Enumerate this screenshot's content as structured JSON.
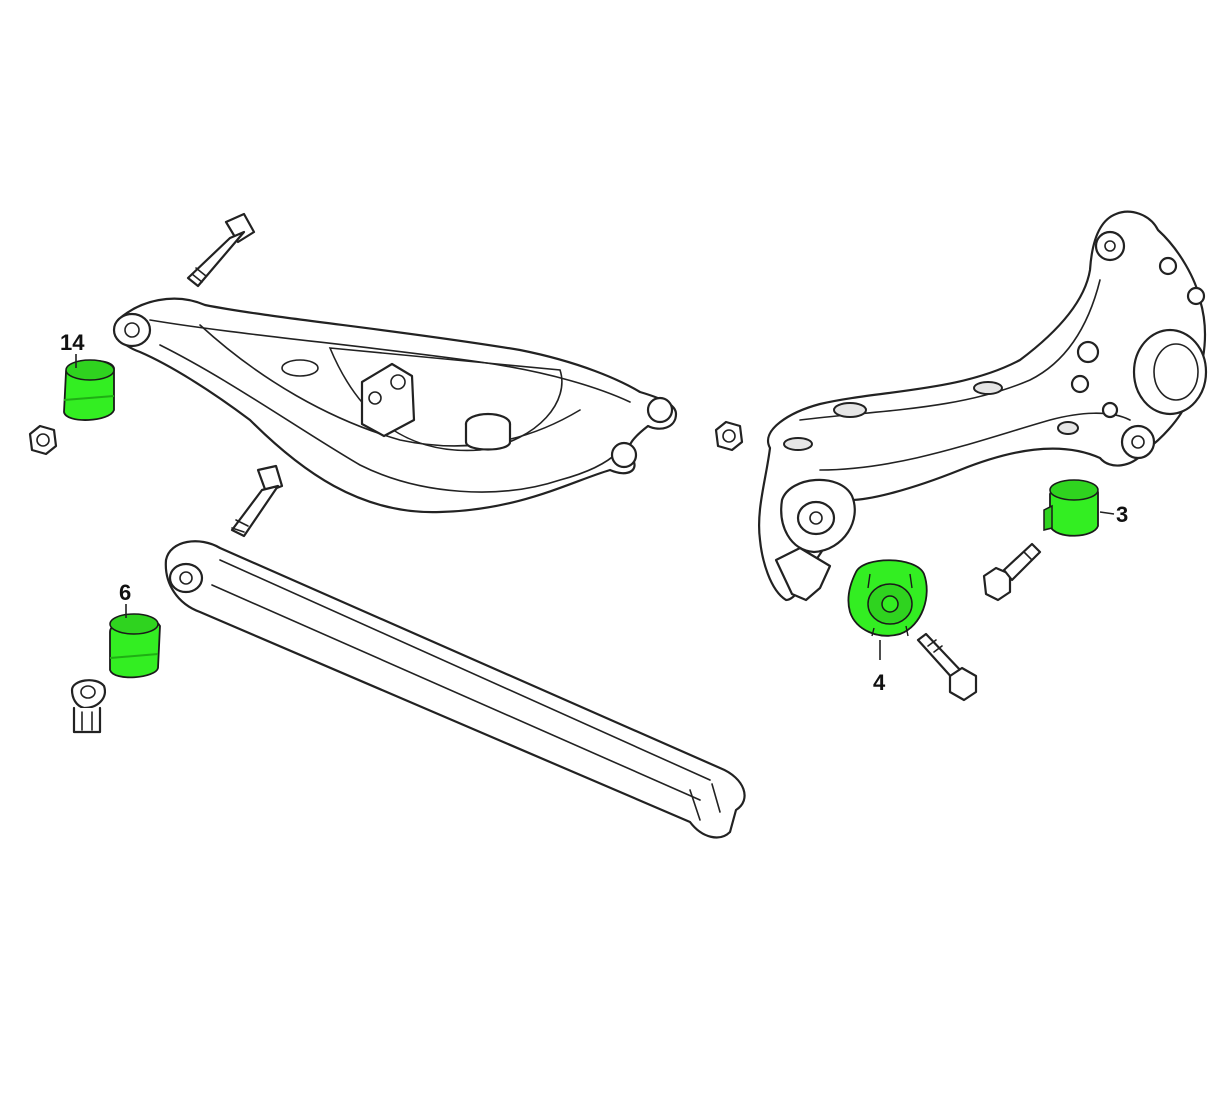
{
  "colors": {
    "bushing_highlight": "#33ee22",
    "bushing_shade": "#1fae14",
    "line": "#222222",
    "background": "#ffffff"
  },
  "callouts": {
    "c14": "14",
    "c6": "6",
    "c3": "3",
    "c4": "4"
  }
}
